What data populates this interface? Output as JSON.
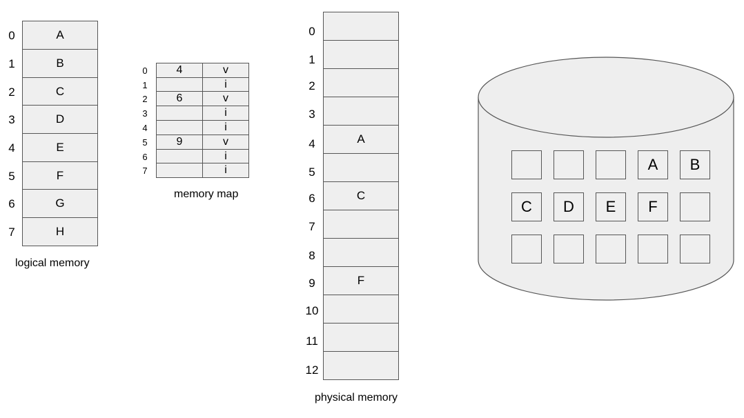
{
  "logical_memory": {
    "caption": "logical memory",
    "entries": [
      {
        "index": "0",
        "content": "A"
      },
      {
        "index": "1",
        "content": "B"
      },
      {
        "index": "2",
        "content": "C"
      },
      {
        "index": "3",
        "content": "D"
      },
      {
        "index": "4",
        "content": "E"
      },
      {
        "index": "5",
        "content": "F"
      },
      {
        "index": "6",
        "content": "G"
      },
      {
        "index": "7",
        "content": "H"
      }
    ]
  },
  "memory_map": {
    "caption": "memory map",
    "rows": [
      {
        "index": "0",
        "frame": "4",
        "bit": "v"
      },
      {
        "index": "1",
        "frame": "",
        "bit": "i"
      },
      {
        "index": "2",
        "frame": "6",
        "bit": "v"
      },
      {
        "index": "3",
        "frame": "",
        "bit": "i"
      },
      {
        "index": "4",
        "frame": "",
        "bit": "i"
      },
      {
        "index": "5",
        "frame": "9",
        "bit": "v"
      },
      {
        "index": "6",
        "frame": "",
        "bit": "i"
      },
      {
        "index": "7",
        "frame": "",
        "bit": "i"
      }
    ]
  },
  "physical_memory": {
    "caption": "physical memory",
    "frames": [
      {
        "index": "0",
        "content": ""
      },
      {
        "index": "1",
        "content": ""
      },
      {
        "index": "2",
        "content": ""
      },
      {
        "index": "3",
        "content": ""
      },
      {
        "index": "4",
        "content": "A"
      },
      {
        "index": "5",
        "content": ""
      },
      {
        "index": "6",
        "content": "C"
      },
      {
        "index": "7",
        "content": ""
      },
      {
        "index": "8",
        "content": ""
      },
      {
        "index": "9",
        "content": "F"
      },
      {
        "index": "10",
        "content": ""
      },
      {
        "index": "11",
        "content": ""
      },
      {
        "index": "12",
        "content": ""
      }
    ]
  },
  "disk": {
    "rows": [
      [
        "",
        "",
        "",
        "A",
        "B"
      ],
      [
        "C",
        "D",
        "E",
        "F",
        ""
      ],
      [
        "",
        "",
        "",
        "",
        ""
      ]
    ]
  },
  "colors": {
    "cell_fill": "#efefef",
    "border": "#555555",
    "disk_fill": "#eeeeee"
  }
}
